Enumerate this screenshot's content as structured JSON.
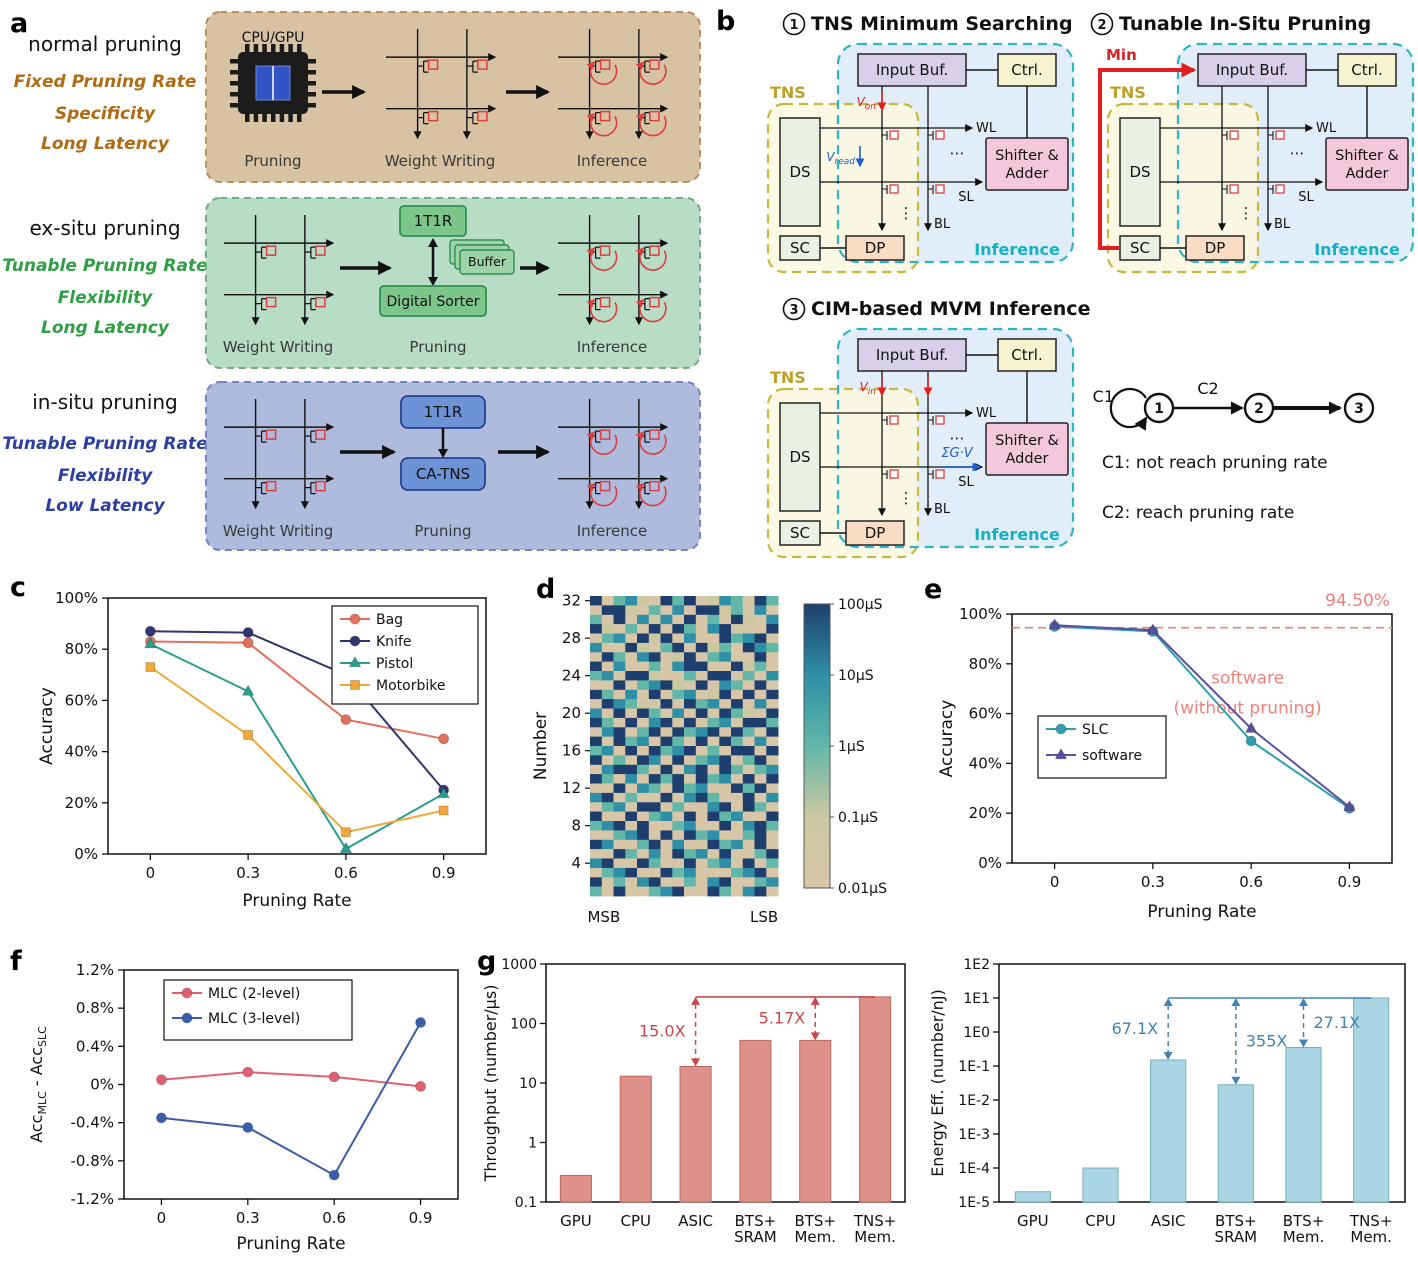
{
  "panel_labels": {
    "a": "a",
    "b": "b",
    "c": "c",
    "d": "d",
    "e": "e",
    "f": "f",
    "g": "g"
  },
  "panel_a": {
    "rows": [
      {
        "name": "normal pruning",
        "traits": [
          "Fixed Pruning Rate",
          "Specificity",
          "Long Latency"
        ],
        "trait_color": "#b06a14",
        "box_fill": "#d7c3a4",
        "box_stroke": "#b3905e",
        "chip_label": "CPU/GPU",
        "captions": [
          "Pruning",
          "Weight Writing",
          "Inference"
        ]
      },
      {
        "name": "ex-situ pruning",
        "traits": [
          "Tunable Pruning Rate",
          "Flexibility",
          "Long Latency"
        ],
        "trait_color": "#2f9e44",
        "box_fill": "#b8dcc5",
        "box_stroke": "#6fae83",
        "blocks": {
          "t1r": "1T1R",
          "buffer": "Buffer",
          "sorter": "Digital Sorter"
        },
        "captions": [
          "Weight Writing",
          "Pruning",
          "Inference"
        ]
      },
      {
        "name": "in-situ pruning",
        "traits": [
          "Tunable Pruning Rate",
          "Flexibility",
          "Low Latency"
        ],
        "trait_color": "#2b3f9e",
        "box_fill": "#aebbdc",
        "box_stroke": "#7386bd",
        "blocks": {
          "t1r": "1T1R",
          "catns": "CA-TNS"
        },
        "captions": [
          "Weight Writing",
          "Pruning",
          "Inference"
        ]
      }
    ]
  },
  "panel_b": {
    "diagrams": [
      {
        "num": "1",
        "title": "TNS Minimum Searching"
      },
      {
        "num": "2",
        "title": "Tunable In-Situ Pruning"
      },
      {
        "num": "3",
        "title": "CIM-based MVM Inference"
      }
    ],
    "blocks": {
      "input_buf": "Input Buf.",
      "ctrl": "Ctrl.",
      "shifter_line1": "Shifter &",
      "shifter_line2": "Adder",
      "ds": "DS",
      "sc": "SC",
      "dp": "DP"
    },
    "regions": {
      "tns": "TNS",
      "inference": "Inference"
    },
    "wires": {
      "wl": "WL",
      "sl": "SL",
      "bl": "BL"
    },
    "signals": {
      "von": [
        "V",
        "on"
      ],
      "vread": [
        "V",
        "read"
      ],
      "vin": [
        "V",
        "in"
      ],
      "min": "Min",
      "gv": "ΣG·V"
    },
    "state_machine": {
      "nodes": [
        "1",
        "2",
        "3"
      ],
      "edge_labels": [
        "C1",
        "C2"
      ],
      "legend": [
        "C1: not reach pruning rate",
        "C2: reach pruning rate"
      ]
    }
  },
  "chart_data": [
    {
      "id": "c",
      "type": "line",
      "xlabel": "Pruning Rate",
      "ylabel": "Accuracy",
      "x": [
        0,
        0.3,
        0.6,
        0.9
      ],
      "xlim": [
        -0.13,
        1.03
      ],
      "ylim": [
        0,
        100
      ],
      "xticks": [
        {
          "v": 0,
          "label": "0"
        },
        {
          "v": 0.3,
          "label": "0.3"
        },
        {
          "v": 0.6,
          "label": "0.6"
        },
        {
          "v": 0.9,
          "label": "0.9"
        }
      ],
      "yticks": [
        {
          "v": 0,
          "label": "0%"
        },
        {
          "v": 20,
          "label": "20%"
        },
        {
          "v": 40,
          "label": "40%"
        },
        {
          "v": 60,
          "label": "60%"
        },
        {
          "v": 80,
          "label": "80%"
        },
        {
          "v": 100,
          "label": "100%"
        }
      ],
      "series": [
        {
          "name": "Bag",
          "color": "#e0715c",
          "marker": "circle",
          "values": [
            83,
            82.5,
            52.5,
            45
          ]
        },
        {
          "name": "Knife",
          "color": "#31356e",
          "marker": "circle",
          "values": [
            87,
            86.5,
            70,
            25
          ]
        },
        {
          "name": "Pistol",
          "color": "#2a9d8f",
          "marker": "triangle",
          "values": [
            82,
            63.5,
            2,
            23.5
          ]
        },
        {
          "name": "Motorbike",
          "color": "#f2a93b",
          "marker": "square",
          "values": [
            73,
            46.5,
            8.5,
            17
          ]
        }
      ],
      "legend_position": "top-right"
    },
    {
      "id": "d",
      "type": "heatmap",
      "ylabel": "Number",
      "yticks": [
        4,
        8,
        12,
        16,
        20,
        24,
        28,
        32
      ],
      "xlabels": [
        "MSB",
        "LSB"
      ],
      "cols": 16,
      "rows_count": 32,
      "colorbar_ticks": [
        "100µS",
        "10µS",
        "1µS",
        "0.1µS",
        "0.01µS"
      ],
      "palette": [
        "#d8c6a8",
        "#cbc8a2",
        "#63b7a8",
        "#2e8fa6",
        "#1e3f6d"
      ],
      "grid": [
        "4023104240132042",
        "0441020304412030",
        "2040313040204103",
        "4102040420341004",
        "0230414030042340",
        "3004102404120432",
        "0420340140230040",
        "4030020344004120",
        "2304410020440203",
        "0040234104032040",
        "4203040230140404",
        "0432104042304030",
        "3040420304042104",
        "4204034040230442",
        "0340240423404204",
        "4042304204042030",
        "2304042340204404",
        "4020430402340240",
        "0344204034042023",
        "4203042404230404",
        "0040320423004240",
        "3402004034200403",
        "0230440200340420",
        "4004023040423004",
        "2340400230040342",
        "0023404042300240",
        "4300240300423040",
        "0042030423040024",
        "3400420040230402",
        "0234004230002340",
        "4020340020340023",
        "2040023400420340"
      ]
    },
    {
      "id": "e",
      "type": "line",
      "xlabel": "Pruning Rate",
      "ylabel": "Accuracy",
      "x": [
        0,
        0.3,
        0.6,
        0.9
      ],
      "xlim": [
        -0.13,
        1.03
      ],
      "ylim": [
        0,
        100
      ],
      "xticks": [
        {
          "v": 0,
          "label": "0"
        },
        {
          "v": 0.3,
          "label": "0.3"
        },
        {
          "v": 0.6,
          "label": "0.6"
        },
        {
          "v": 0.9,
          "label": "0.9"
        }
      ],
      "yticks": [
        {
          "v": 0,
          "label": "0%"
        },
        {
          "v": 20,
          "label": "20%"
        },
        {
          "v": 40,
          "label": "40%"
        },
        {
          "v": 60,
          "label": "60%"
        },
        {
          "v": 80,
          "label": "80%"
        },
        {
          "v": 100,
          "label": "100%"
        }
      ],
      "series": [
        {
          "name": "SLC",
          "color": "#2f9fb0",
          "marker": "circle",
          "values": [
            95,
            93,
            49,
            22
          ]
        },
        {
          "name": "software",
          "color": "#5b4fa0",
          "marker": "triangle",
          "values": [
            95.5,
            93.5,
            54,
            22.5
          ]
        }
      ],
      "ref_line": {
        "value": 94.5,
        "label": "94.50%",
        "color": "#ec837b"
      },
      "annotation": {
        "lines": [
          "software",
          "(without pruning)"
        ],
        "color": "#ec837b"
      }
    },
    {
      "id": "f",
      "type": "line",
      "xlabel": "Pruning Rate",
      "ylabel_rich": [
        {
          "t": "Acc"
        },
        {
          "t": "MLC",
          "sub": true
        },
        {
          "t": " - Acc"
        },
        {
          "t": "SLC",
          "sub": true
        }
      ],
      "x": [
        0,
        0.3,
        0.6,
        0.9
      ],
      "xlim": [
        -0.13,
        1.03
      ],
      "ylim": [
        -1.2,
        1.2
      ],
      "xticks": [
        {
          "v": 0,
          "label": "0"
        },
        {
          "v": 0.3,
          "label": "0.3"
        },
        {
          "v": 0.6,
          "label": "0.6"
        },
        {
          "v": 0.9,
          "label": "0.9"
        }
      ],
      "yticks": [
        {
          "v": -1.2,
          "label": "-1.2%"
        },
        {
          "v": -0.8,
          "label": "-0.8%"
        },
        {
          "v": -0.4,
          "label": "-0.4%"
        },
        {
          "v": 0,
          "label": "0%"
        },
        {
          "v": 0.4,
          "label": "0.4%"
        },
        {
          "v": 0.8,
          "label": "0.8%"
        },
        {
          "v": 1.2,
          "label": "1.2%"
        }
      ],
      "series": [
        {
          "name": "MLC (2-level)",
          "color": "#e06070",
          "marker": "circle",
          "values": [
            0.05,
            0.13,
            0.08,
            -0.02
          ]
        },
        {
          "name": "MLC (3-level)",
          "color": "#3a5fa8",
          "marker": "circle",
          "values": [
            -0.35,
            -0.45,
            -0.95,
            0.65
          ]
        }
      ]
    },
    {
      "id": "g1",
      "type": "bar",
      "scale": "log",
      "ylabel": "Throughput (number/μs)",
      "categories": [
        [
          "GPU"
        ],
        [
          "CPU"
        ],
        [
          "ASIC"
        ],
        [
          "BTS+",
          "SRAM"
        ],
        [
          "BTS+",
          "Mem."
        ],
        [
          "TNS+",
          "Mem."
        ]
      ],
      "values": [
        0.28,
        13,
        19,
        52,
        52,
        280
      ],
      "ylim": [
        0.1,
        1000
      ],
      "yticks": [
        {
          "v": 0.1,
          "label": "0.1"
        },
        {
          "v": 1,
          "label": "1"
        },
        {
          "v": 10,
          "label": "10"
        },
        {
          "v": 100,
          "label": "100"
        },
        {
          "v": 1000,
          "label": "1000"
        }
      ],
      "bar_fill": "#dd918a",
      "bar_stroke": "#bb6a61",
      "anno_color": "#c94747",
      "topline": {
        "value": 280,
        "from_cat": 2,
        "to_cat": 5
      },
      "ratio_arrows": [
        {
          "cat": 2,
          "from": 19,
          "label": "15.0X",
          "side": "left"
        },
        {
          "cat": 4,
          "from": 52,
          "label": "5.17X",
          "side": "left"
        }
      ]
    },
    {
      "id": "g2",
      "type": "bar",
      "scale": "log",
      "ylabel": "Energy Eff. (number/nJ)",
      "categories": [
        [
          "GPU"
        ],
        [
          "CPU"
        ],
        [
          "ASIC"
        ],
        [
          "BTS+",
          "SRAM"
        ],
        [
          "BTS+",
          "Mem."
        ],
        [
          "TNS+",
          "Mem."
        ]
      ],
      "values": [
        2e-05,
        0.0001,
        0.15,
        0.028,
        0.35,
        10
      ],
      "ylim": [
        1e-05,
        100
      ],
      "yticks": [
        {
          "v": 1e-05,
          "label": "1E-5"
        },
        {
          "v": 0.0001,
          "label": "1E-4"
        },
        {
          "v": 0.001,
          "label": "1E-3"
        },
        {
          "v": 0.01,
          "label": "1E-2"
        },
        {
          "v": 0.1,
          "label": "1E-1"
        },
        {
          "v": 1,
          "label": "1E0"
        },
        {
          "v": 10,
          "label": "1E1"
        },
        {
          "v": 100,
          "label": "1E2"
        }
      ],
      "bar_fill": "#a9d6e2",
      "bar_stroke": "#76acc0",
      "anno_color": "#4482b4",
      "topline": {
        "value": 10,
        "from_cat": 2,
        "to_cat": 5
      },
      "ratio_arrows": [
        {
          "cat": 2,
          "from": 0.15,
          "label": "67.1X",
          "side": "left"
        },
        {
          "cat": 3,
          "from": 0.028,
          "label": "355X",
          "side": "right"
        },
        {
          "cat": 4,
          "from": 0.35,
          "label": "27.1X",
          "side": "right"
        }
      ]
    }
  ]
}
